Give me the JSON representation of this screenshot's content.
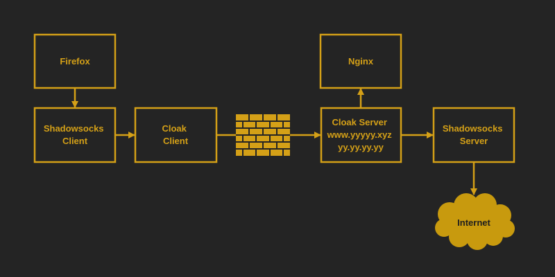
{
  "colors": {
    "background": "#242424",
    "accent": "#D4A017",
    "text": "#D4A017",
    "cloud_fill": "#C89A0E",
    "cloud_text": "#1E1E1E",
    "firewall_fill": "#D4A017",
    "firewall_mortar": "#242424"
  },
  "nodes": {
    "firefox": {
      "lines": [
        "Firefox"
      ]
    },
    "ss_client": {
      "lines": [
        "Shadowsocks",
        "Client"
      ]
    },
    "cloak_client": {
      "lines": [
        "Cloak",
        "Client"
      ]
    },
    "firewall": {
      "icon": "brick-wall-icon"
    },
    "cloak_server": {
      "lines": [
        "Cloak Server",
        "www.yyyyy.xyz",
        "yy.yy.yy.yy"
      ]
    },
    "nginx": {
      "lines": [
        "Nginx"
      ]
    },
    "ss_server": {
      "lines": [
        "Shadowsocks",
        "Server"
      ]
    },
    "internet": {
      "label": "Internet",
      "icon": "cloud-icon"
    }
  }
}
